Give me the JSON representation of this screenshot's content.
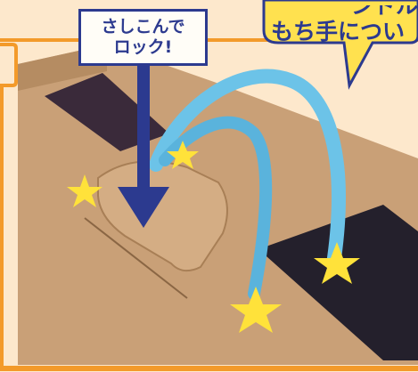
{
  "callout": {
    "line1": "さしこんで",
    "line2": "ロック!"
  },
  "speech_bubble": {
    "line1": "ンドル",
    "line2": "もち手につい"
  },
  "colors": {
    "frame_orange": "#f39a2a",
    "peach_background": "#fde8cc",
    "cardboard": "#c9a077",
    "cardboard_dark": "#a87f56",
    "ribbon_blue": "#6cc3e8",
    "star_yellow": "#ffe23a",
    "bubble_yellow": "#ffe14f",
    "arrow_navy": "#2c3a8f"
  },
  "icons": [
    "star-icon",
    "down-arrow-icon"
  ]
}
